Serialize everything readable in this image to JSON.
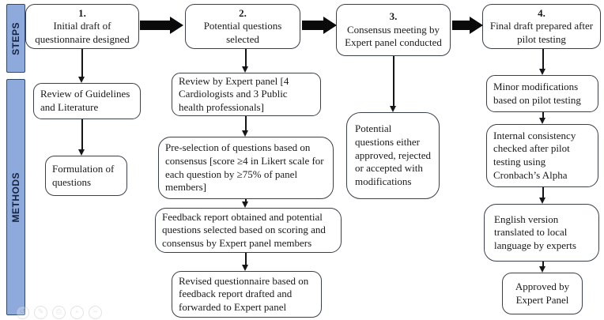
{
  "sidebar": {
    "steps_label": "STEPS",
    "methods_label": "METHODS",
    "bar_color": "#8ea9db",
    "bar_border_color": "#2e4970"
  },
  "colors": {
    "box_border": "#3a3f4a",
    "arrow": "#0a0a0a",
    "text": "#1a1a1a"
  },
  "steps": [
    {
      "number": "1.",
      "text": "Initial draft of questionnaire designed"
    },
    {
      "number": "2.",
      "text": "Potential questions selected"
    },
    {
      "number": "3.",
      "text": "Consensus meeting by Expert panel conducted"
    },
    {
      "number": "4.",
      "text": "Final draft prepared after pilot testing"
    }
  ],
  "methods": {
    "col1": [
      "Review of Guidelines and Literature",
      "Formulation of questions"
    ],
    "col2": [
      "Review by Expert panel [4 Cardiologists and 3 Public health professionals]",
      "Pre-selection of questions based on consensus [score ≥4 in Likert scale for each question by ≥75% of panel members]",
      "Feedback report obtained and potential questions selected based on scoring and consensus by Expert panel members",
      "Revised questionnaire based on feedback report drafted and forwarded to Expert panel"
    ],
    "col3": [
      "Potential questions either approved, rejected or accepted with modifications"
    ],
    "col4": [
      "Minor modifications based on pilot testing",
      "Internal consistency checked after pilot testing using Cronbach’s Alpha",
      "English version translated to local language by experts",
      "Approved by Expert Panel"
    ]
  },
  "viewer_toolbar": {
    "icons": [
      {
        "name": "undo-icon",
        "glyph": "↺"
      },
      {
        "name": "edit-icon",
        "glyph": "✎"
      },
      {
        "name": "print-icon",
        "glyph": "⎙"
      },
      {
        "name": "zoom-icon",
        "glyph": "⌕"
      },
      {
        "name": "minus-icon",
        "glyph": "−"
      }
    ]
  }
}
